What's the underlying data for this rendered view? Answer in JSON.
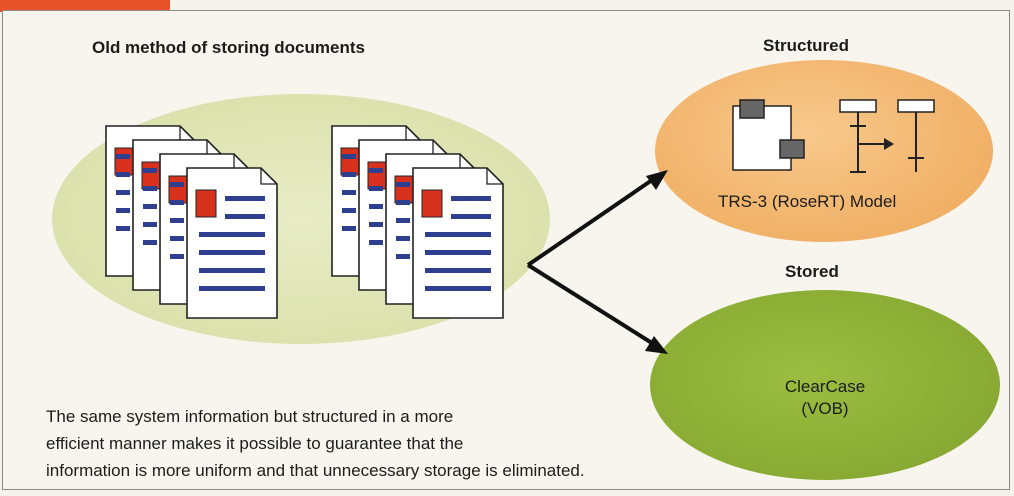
{
  "diagram": {
    "old_method_title": "Old method of storing documents",
    "structured_title": "Structured",
    "model_label": "TRS-3 (RoseRT) Model",
    "stored_title": "Stored",
    "clearcase_line1": "ClearCase",
    "clearcase_line2": "(VOB)",
    "caption_line1": "The same system information but structured in a more",
    "caption_line2": "efficient manner makes it possible to guarantee that the",
    "caption_line3": "information is more uniform and that unnecessary storage is eliminated."
  },
  "colors": {
    "old_ellipse": "#dfe6b4",
    "structured_ellipse": "#f2b56e",
    "stored_ellipse": "#86a832",
    "doc_lines": "#2e3f8f",
    "doc_square": "#d8321f",
    "logo": "#e8522a"
  },
  "icons": {
    "left_stack": "document-stack-icon",
    "right_stack": "document-stack-icon",
    "component_icon": "uml-component-icon",
    "sequence_icon": "uml-sequence-icon"
  }
}
